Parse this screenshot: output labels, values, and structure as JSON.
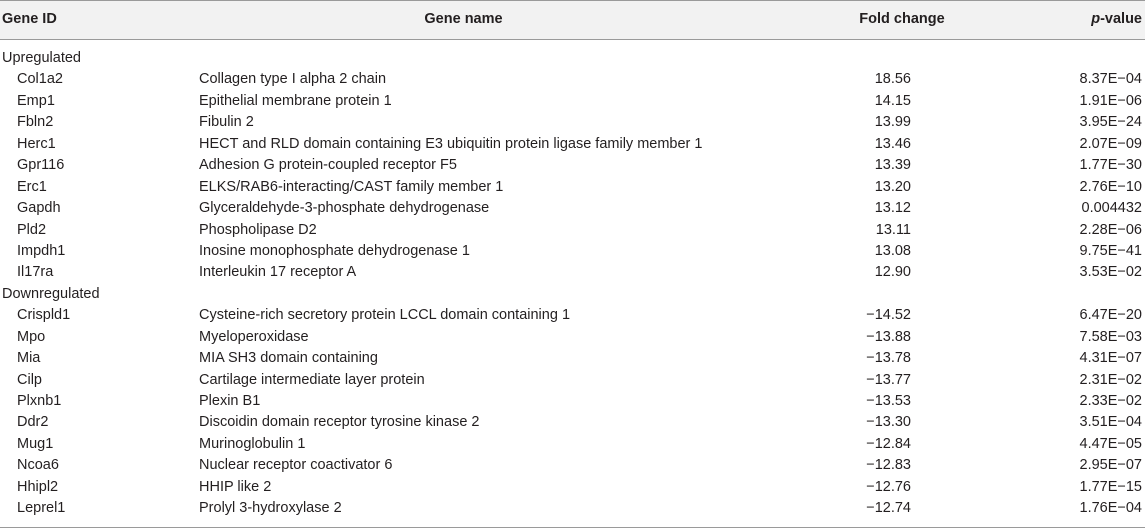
{
  "header": {
    "gene_id": "Gene ID",
    "gene_name": "Gene name",
    "fold_change": "Fold change",
    "p_italic": "p",
    "p_rest": "-value"
  },
  "groups": [
    {
      "label": "Upregulated",
      "rows": [
        {
          "id": "Col1a2",
          "name": "Collagen type I alpha 2 chain",
          "fold": "18.56",
          "p": "8.37E−04"
        },
        {
          "id": "Emp1",
          "name": "Epithelial membrane protein 1",
          "fold": "14.15",
          "p": "1.91E−06"
        },
        {
          "id": "Fbln2",
          "name": "Fibulin 2",
          "fold": "13.99",
          "p": "3.95E−24"
        },
        {
          "id": "Herc1",
          "name": "HECT and RLD domain containing E3 ubiquitin protein ligase family member 1",
          "fold": "13.46",
          "p": "2.07E−09"
        },
        {
          "id": "Gpr116",
          "name": "Adhesion G protein-coupled receptor F5",
          "fold": "13.39",
          "p": "1.77E−30"
        },
        {
          "id": "Erc1",
          "name": "ELKS/RAB6-interacting/CAST family member 1",
          "fold": "13.20",
          "p": "2.76E−10"
        },
        {
          "id": "Gapdh",
          "name": "Glyceraldehyde-3-phosphate dehydrogenase",
          "fold": "13.12",
          "p": "0.004432"
        },
        {
          "id": "Pld2",
          "name": "Phospholipase D2",
          "fold": "13.11",
          "p": "2.28E−06"
        },
        {
          "id": "Impdh1",
          "name": "Inosine monophosphate dehydrogenase 1",
          "fold": "13.08",
          "p": "9.75E−41"
        },
        {
          "id": "Il17ra",
          "name": "Interleukin 17 receptor A",
          "fold": "12.90",
          "p": "3.53E−02"
        }
      ]
    },
    {
      "label": "Downregulated",
      "rows": [
        {
          "id": "Crispld1",
          "name": "Cysteine-rich secretory protein LCCL domain containing 1",
          "fold": "−14.52",
          "p": "6.47E−20"
        },
        {
          "id": "Mpo",
          "name": "Myeloperoxidase",
          "fold": "−13.88",
          "p": "7.58E−03"
        },
        {
          "id": "Mia",
          "name": "MIA SH3 domain containing",
          "fold": "−13.78",
          "p": "4.31E−07"
        },
        {
          "id": "Cilp",
          "name": "Cartilage intermediate layer protein",
          "fold": "−13.77",
          "p": "2.31E−02"
        },
        {
          "id": "Plxnb1",
          "name": "Plexin B1",
          "fold": "−13.53",
          "p": "2.33E−02"
        },
        {
          "id": "Ddr2",
          "name": "Discoidin domain receptor tyrosine kinase 2",
          "fold": "−13.30",
          "p": "3.51E−04"
        },
        {
          "id": "Mug1",
          "name": "Murinoglobulin 1",
          "fold": "−12.84",
          "p": "4.47E−05"
        },
        {
          "id": "Ncoa6",
          "name": "Nuclear receptor coactivator 6",
          "fold": "−12.83",
          "p": "2.95E−07"
        },
        {
          "id": "Hhipl2",
          "name": "HHIP like 2",
          "fold": "−12.76",
          "p": "1.77E−15"
        },
        {
          "id": "Leprel1",
          "name": "Prolyl 3-hydroxylase 2",
          "fold": "−12.74",
          "p": "1.76E−04"
        }
      ]
    }
  ]
}
